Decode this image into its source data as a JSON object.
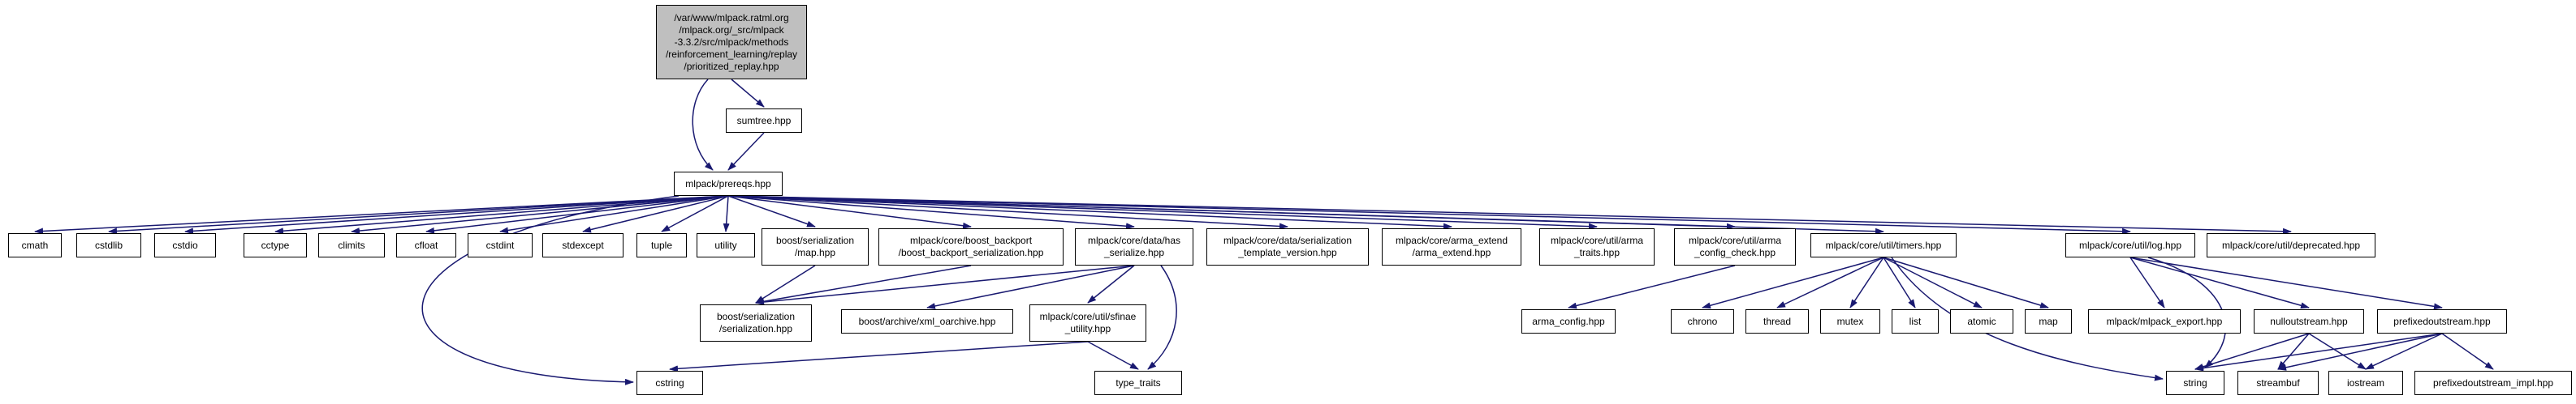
{
  "diagram": {
    "type": "include-dependency-graph",
    "colors": {
      "background": "#ffffff",
      "edge": "#191970",
      "node_fill": "#ffffff",
      "node_border": "#000000",
      "current_node_fill": "#bfbfbf",
      "text": "#000000"
    },
    "nodes": [
      {
        "id": "main",
        "current": true,
        "label": "/var/www/mlpack.ratml.org\n/mlpack.org/_src/mlpack\n-3.3.2/src/mlpack/methods\n/reinforcement_learning/replay\n/prioritized_replay.hpp"
      },
      {
        "id": "sumtree",
        "label": "sumtree.hpp"
      },
      {
        "id": "prereqs",
        "label": "mlpack/prereqs.hpp"
      },
      {
        "id": "cmath",
        "label": "cmath"
      },
      {
        "id": "cstdlib",
        "label": "cstdlib"
      },
      {
        "id": "cstdio",
        "label": "cstdio"
      },
      {
        "id": "cctype",
        "label": "cctype"
      },
      {
        "id": "climits",
        "label": "climits"
      },
      {
        "id": "cfloat",
        "label": "cfloat"
      },
      {
        "id": "cstdint",
        "label": "cstdint"
      },
      {
        "id": "stdexcept",
        "label": "stdexcept"
      },
      {
        "id": "tuple",
        "label": "tuple"
      },
      {
        "id": "utility",
        "label": "utility"
      },
      {
        "id": "boost_ser_map",
        "label": "boost/serialization\n/map.hpp"
      },
      {
        "id": "boost_backport",
        "label": "mlpack/core/boost_backport\n/boost_backport_serialization.hpp"
      },
      {
        "id": "has_serialize",
        "label": "mlpack/core/data/has\n_serialize.hpp"
      },
      {
        "id": "ser_tmpl_version",
        "label": "mlpack/core/data/serialization\n_template_version.hpp"
      },
      {
        "id": "arma_extend",
        "label": "mlpack/core/arma_extend\n/arma_extend.hpp"
      },
      {
        "id": "arma_traits",
        "label": "mlpack/core/util/arma\n_traits.hpp"
      },
      {
        "id": "arma_config_check",
        "label": "mlpack/core/util/arma\n_config_check.hpp"
      },
      {
        "id": "timers",
        "label": "mlpack/core/util/timers.hpp"
      },
      {
        "id": "log",
        "label": "mlpack/core/util/log.hpp"
      },
      {
        "id": "deprecated",
        "label": "mlpack/core/util/deprecated.hpp"
      },
      {
        "id": "boost_ser_serialization",
        "label": "boost/serialization\n/serialization.hpp"
      },
      {
        "id": "xml_oarchive",
        "label": "boost/archive/xml_oarchive.hpp"
      },
      {
        "id": "sfinae",
        "label": "mlpack/core/util/sfinae\n_utility.hpp"
      },
      {
        "id": "arma_config",
        "label": "arma_config.hpp"
      },
      {
        "id": "chrono",
        "label": "chrono"
      },
      {
        "id": "thread",
        "label": "thread"
      },
      {
        "id": "mutex",
        "label": "mutex"
      },
      {
        "id": "list",
        "label": "list"
      },
      {
        "id": "atomic",
        "label": "atomic"
      },
      {
        "id": "std_map",
        "label": "map"
      },
      {
        "id": "mlpack_export",
        "label": "mlpack/mlpack_export.hpp"
      },
      {
        "id": "nulloutstream",
        "label": "nulloutstream.hpp"
      },
      {
        "id": "prefixedoutstream",
        "label": "prefixedoutstream.hpp"
      },
      {
        "id": "cstring",
        "label": "cstring"
      },
      {
        "id": "type_traits",
        "label": "type_traits"
      },
      {
        "id": "string",
        "label": "string"
      },
      {
        "id": "streambuf",
        "label": "streambuf"
      },
      {
        "id": "iostream",
        "label": "iostream"
      },
      {
        "id": "impl",
        "label": "prefixedoutstream_impl.hpp"
      }
    ],
    "edges": [
      [
        "main",
        "sumtree"
      ],
      [
        "main",
        "prereqs"
      ],
      [
        "sumtree",
        "prereqs"
      ],
      [
        "prereqs",
        "cmath"
      ],
      [
        "prereqs",
        "cstdlib"
      ],
      [
        "prereqs",
        "cstdio"
      ],
      [
        "prereqs",
        "cctype"
      ],
      [
        "prereqs",
        "climits"
      ],
      [
        "prereqs",
        "cfloat"
      ],
      [
        "prereqs",
        "cstdint"
      ],
      [
        "prereqs",
        "stdexcept"
      ],
      [
        "prereqs",
        "tuple"
      ],
      [
        "prereqs",
        "utility"
      ],
      [
        "prereqs",
        "boost_ser_map"
      ],
      [
        "prereqs",
        "boost_backport"
      ],
      [
        "prereqs",
        "has_serialize"
      ],
      [
        "prereqs",
        "ser_tmpl_version"
      ],
      [
        "prereqs",
        "arma_extend"
      ],
      [
        "prereqs",
        "arma_traits"
      ],
      [
        "prereqs",
        "arma_config_check"
      ],
      [
        "prereqs",
        "timers"
      ],
      [
        "prereqs",
        "log"
      ],
      [
        "prereqs",
        "deprecated"
      ],
      [
        "prereqs",
        "cstring"
      ],
      [
        "boost_ser_map",
        "boost_ser_serialization"
      ],
      [
        "boost_backport",
        "boost_ser_serialization"
      ],
      [
        "has_serialize",
        "boost_ser_serialization"
      ],
      [
        "has_serialize",
        "xml_oarchive"
      ],
      [
        "has_serialize",
        "sfinae"
      ],
      [
        "has_serialize",
        "type_traits"
      ],
      [
        "sfinae",
        "type_traits"
      ],
      [
        "sfinae",
        "cstring"
      ],
      [
        "arma_config_check",
        "arma_config"
      ],
      [
        "timers",
        "chrono"
      ],
      [
        "timers",
        "thread"
      ],
      [
        "timers",
        "mutex"
      ],
      [
        "timers",
        "list"
      ],
      [
        "timers",
        "atomic"
      ],
      [
        "timers",
        "std_map"
      ],
      [
        "timers",
        "string"
      ],
      [
        "log",
        "mlpack_export"
      ],
      [
        "log",
        "nulloutstream"
      ],
      [
        "log",
        "prefixedoutstream"
      ],
      [
        "log",
        "string"
      ],
      [
        "nulloutstream",
        "string"
      ],
      [
        "nulloutstream",
        "streambuf"
      ],
      [
        "nulloutstream",
        "iostream"
      ],
      [
        "prefixedoutstream",
        "string"
      ],
      [
        "prefixedoutstream",
        "streambuf"
      ],
      [
        "prefixedoutstream",
        "iostream"
      ],
      [
        "prefixedoutstream",
        "impl"
      ]
    ]
  }
}
